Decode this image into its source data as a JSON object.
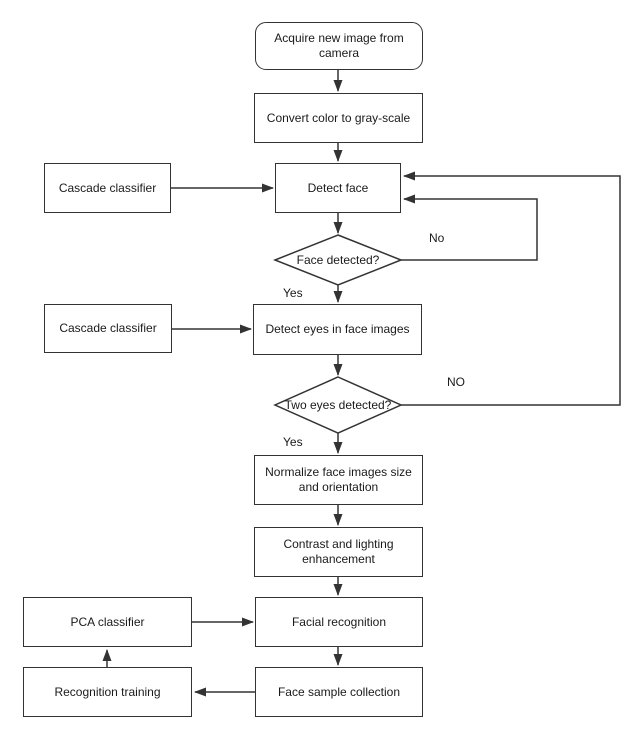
{
  "diagram": {
    "type": "flowchart",
    "topic": "Face detection and recognition pipeline",
    "colors": {
      "stroke": "#333333",
      "text": "#1a1a1a",
      "node_fill": "#ffffff",
      "background": "#ffffff"
    },
    "nodes": {
      "acquire": {
        "label": "Acquire new image from camera",
        "shape": "rounded-rectangle"
      },
      "convert": {
        "label": "Convert color to gray-scale",
        "shape": "rectangle"
      },
      "cascade_classifier_1": {
        "label": "Cascade classifier",
        "shape": "rectangle"
      },
      "detect_face": {
        "label": "Detect face",
        "shape": "rectangle"
      },
      "face_detected": {
        "label": "Face detected?",
        "shape": "diamond"
      },
      "cascade_classifier_2": {
        "label": "Cascade classifier",
        "shape": "rectangle"
      },
      "detect_eyes": {
        "label": "Detect eyes in face images",
        "shape": "rectangle"
      },
      "two_eyes_detected": {
        "label": "Two eyes detected?",
        "shape": "diamond"
      },
      "normalize": {
        "label": "Normalize face images size and orientation",
        "shape": "rectangle"
      },
      "contrast": {
        "label": "Contrast and lighting enhancement",
        "shape": "rectangle"
      },
      "pca_classifier": {
        "label": "PCA classifier",
        "shape": "rectangle"
      },
      "facial_recognition": {
        "label": "Facial recognition",
        "shape": "rectangle"
      },
      "recognition_training": {
        "label": "Recognition training",
        "shape": "rectangle"
      },
      "face_sample_collection": {
        "label": "Face sample collection",
        "shape": "rectangle"
      }
    },
    "edge_labels": {
      "face_detected_no": "No",
      "face_detected_yes": "Yes",
      "two_eyes_no": "NO",
      "two_eyes_yes": "Yes"
    },
    "edges": [
      {
        "from": "acquire",
        "to": "convert"
      },
      {
        "from": "convert",
        "to": "detect_face"
      },
      {
        "from": "cascade_classifier_1",
        "to": "detect_face"
      },
      {
        "from": "detect_face",
        "to": "face_detected"
      },
      {
        "from": "face_detected",
        "to": "detect_face",
        "label": "No"
      },
      {
        "from": "face_detected",
        "to": "detect_eyes",
        "label": "Yes"
      },
      {
        "from": "cascade_classifier_2",
        "to": "detect_eyes"
      },
      {
        "from": "detect_eyes",
        "to": "two_eyes_detected"
      },
      {
        "from": "two_eyes_detected",
        "to": "detect_face",
        "label": "NO"
      },
      {
        "from": "two_eyes_detected",
        "to": "normalize",
        "label": "Yes"
      },
      {
        "from": "normalize",
        "to": "contrast"
      },
      {
        "from": "contrast",
        "to": "facial_recognition"
      },
      {
        "from": "pca_classifier",
        "to": "facial_recognition"
      },
      {
        "from": "facial_recognition",
        "to": "face_sample_collection"
      },
      {
        "from": "face_sample_collection",
        "to": "recognition_training"
      },
      {
        "from": "recognition_training",
        "to": "pca_classifier"
      }
    ]
  }
}
